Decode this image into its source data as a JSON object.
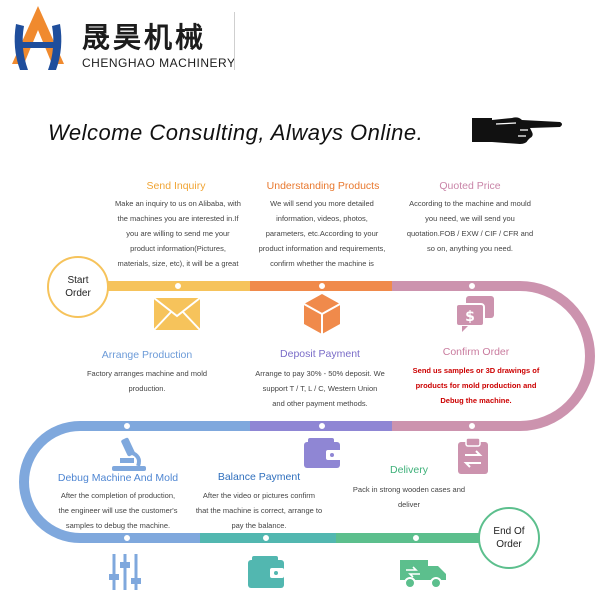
{
  "header": {
    "brand_cn": "晟昊机械",
    "brand_en": "CHENGHAO MACHINERY",
    "welcome": "Welcome Consulting, Always Online."
  },
  "colors": {
    "yellow": "#f6c35b",
    "orange": "#f08a4b",
    "pink": "#cc93ae",
    "blue": "#7fa8dd",
    "teal": "#52b7b0",
    "green": "#5cbf8d",
    "logo_orange": "#f08a2e",
    "logo_blue": "#1f4e9c"
  },
  "flow": {
    "start": "Start\nOrder",
    "end": "End Of\nOrder",
    "steps": [
      {
        "title": "Send Inquiry",
        "color": "#f0a434",
        "desc": [
          "Make an inquiry to us on Alibaba, with",
          "the machines you are interested in.If",
          "you are willing to send me your",
          "product information(Pictures,",
          "materials, size, etc), it will be a great"
        ]
      },
      {
        "title": "Understanding Products",
        "color": "#e8782e",
        "desc": [
          "We will  send you more detailed",
          "information, videos, photos,",
          "parameters, etc.According to your",
          "product information and requirements,",
          "confirm whether the machine is"
        ]
      },
      {
        "title": "Quoted Price",
        "color": "#c985a8",
        "desc": [
          "According to the machine and mould",
          "you need, we will send you",
          "quotation.FOB / EXW / CIF / CFR and",
          "so on, anything you need."
        ]
      },
      {
        "title": "Arrange Production",
        "color": "#6c9bd8",
        "desc": [
          "Factory arranges machine and mold",
          "production."
        ]
      },
      {
        "title": "Deposit Payment",
        "color": "#7a6cc8",
        "desc": [
          "Arrange to pay 30% - 50% deposit. We",
          "support T / T, L / C, Western Union",
          "and other payment methods."
        ]
      },
      {
        "title": "Confirm Order",
        "color": "#c97b9e",
        "desc": [
          "Send us samples or 3D drawings of",
          "products for mold production and",
          "Debug the machine."
        ]
      },
      {
        "title": "Debug Machine And Mold",
        "color": "#4f86d2",
        "desc": [
          "After the completion of production,",
          "the engineer will use the customer's",
          "samples to debug the machine."
        ]
      },
      {
        "title": "Balance Payment",
        "color": "#2f6fbd",
        "desc": [
          "After the video or pictures confirm",
          "that the machine is correct, arrange to",
          "pay the balance."
        ]
      },
      {
        "title": "Delivery",
        "color": "#3fb17a",
        "desc": [
          "Pack in strong wooden cases and",
          "deliver"
        ]
      }
    ]
  }
}
